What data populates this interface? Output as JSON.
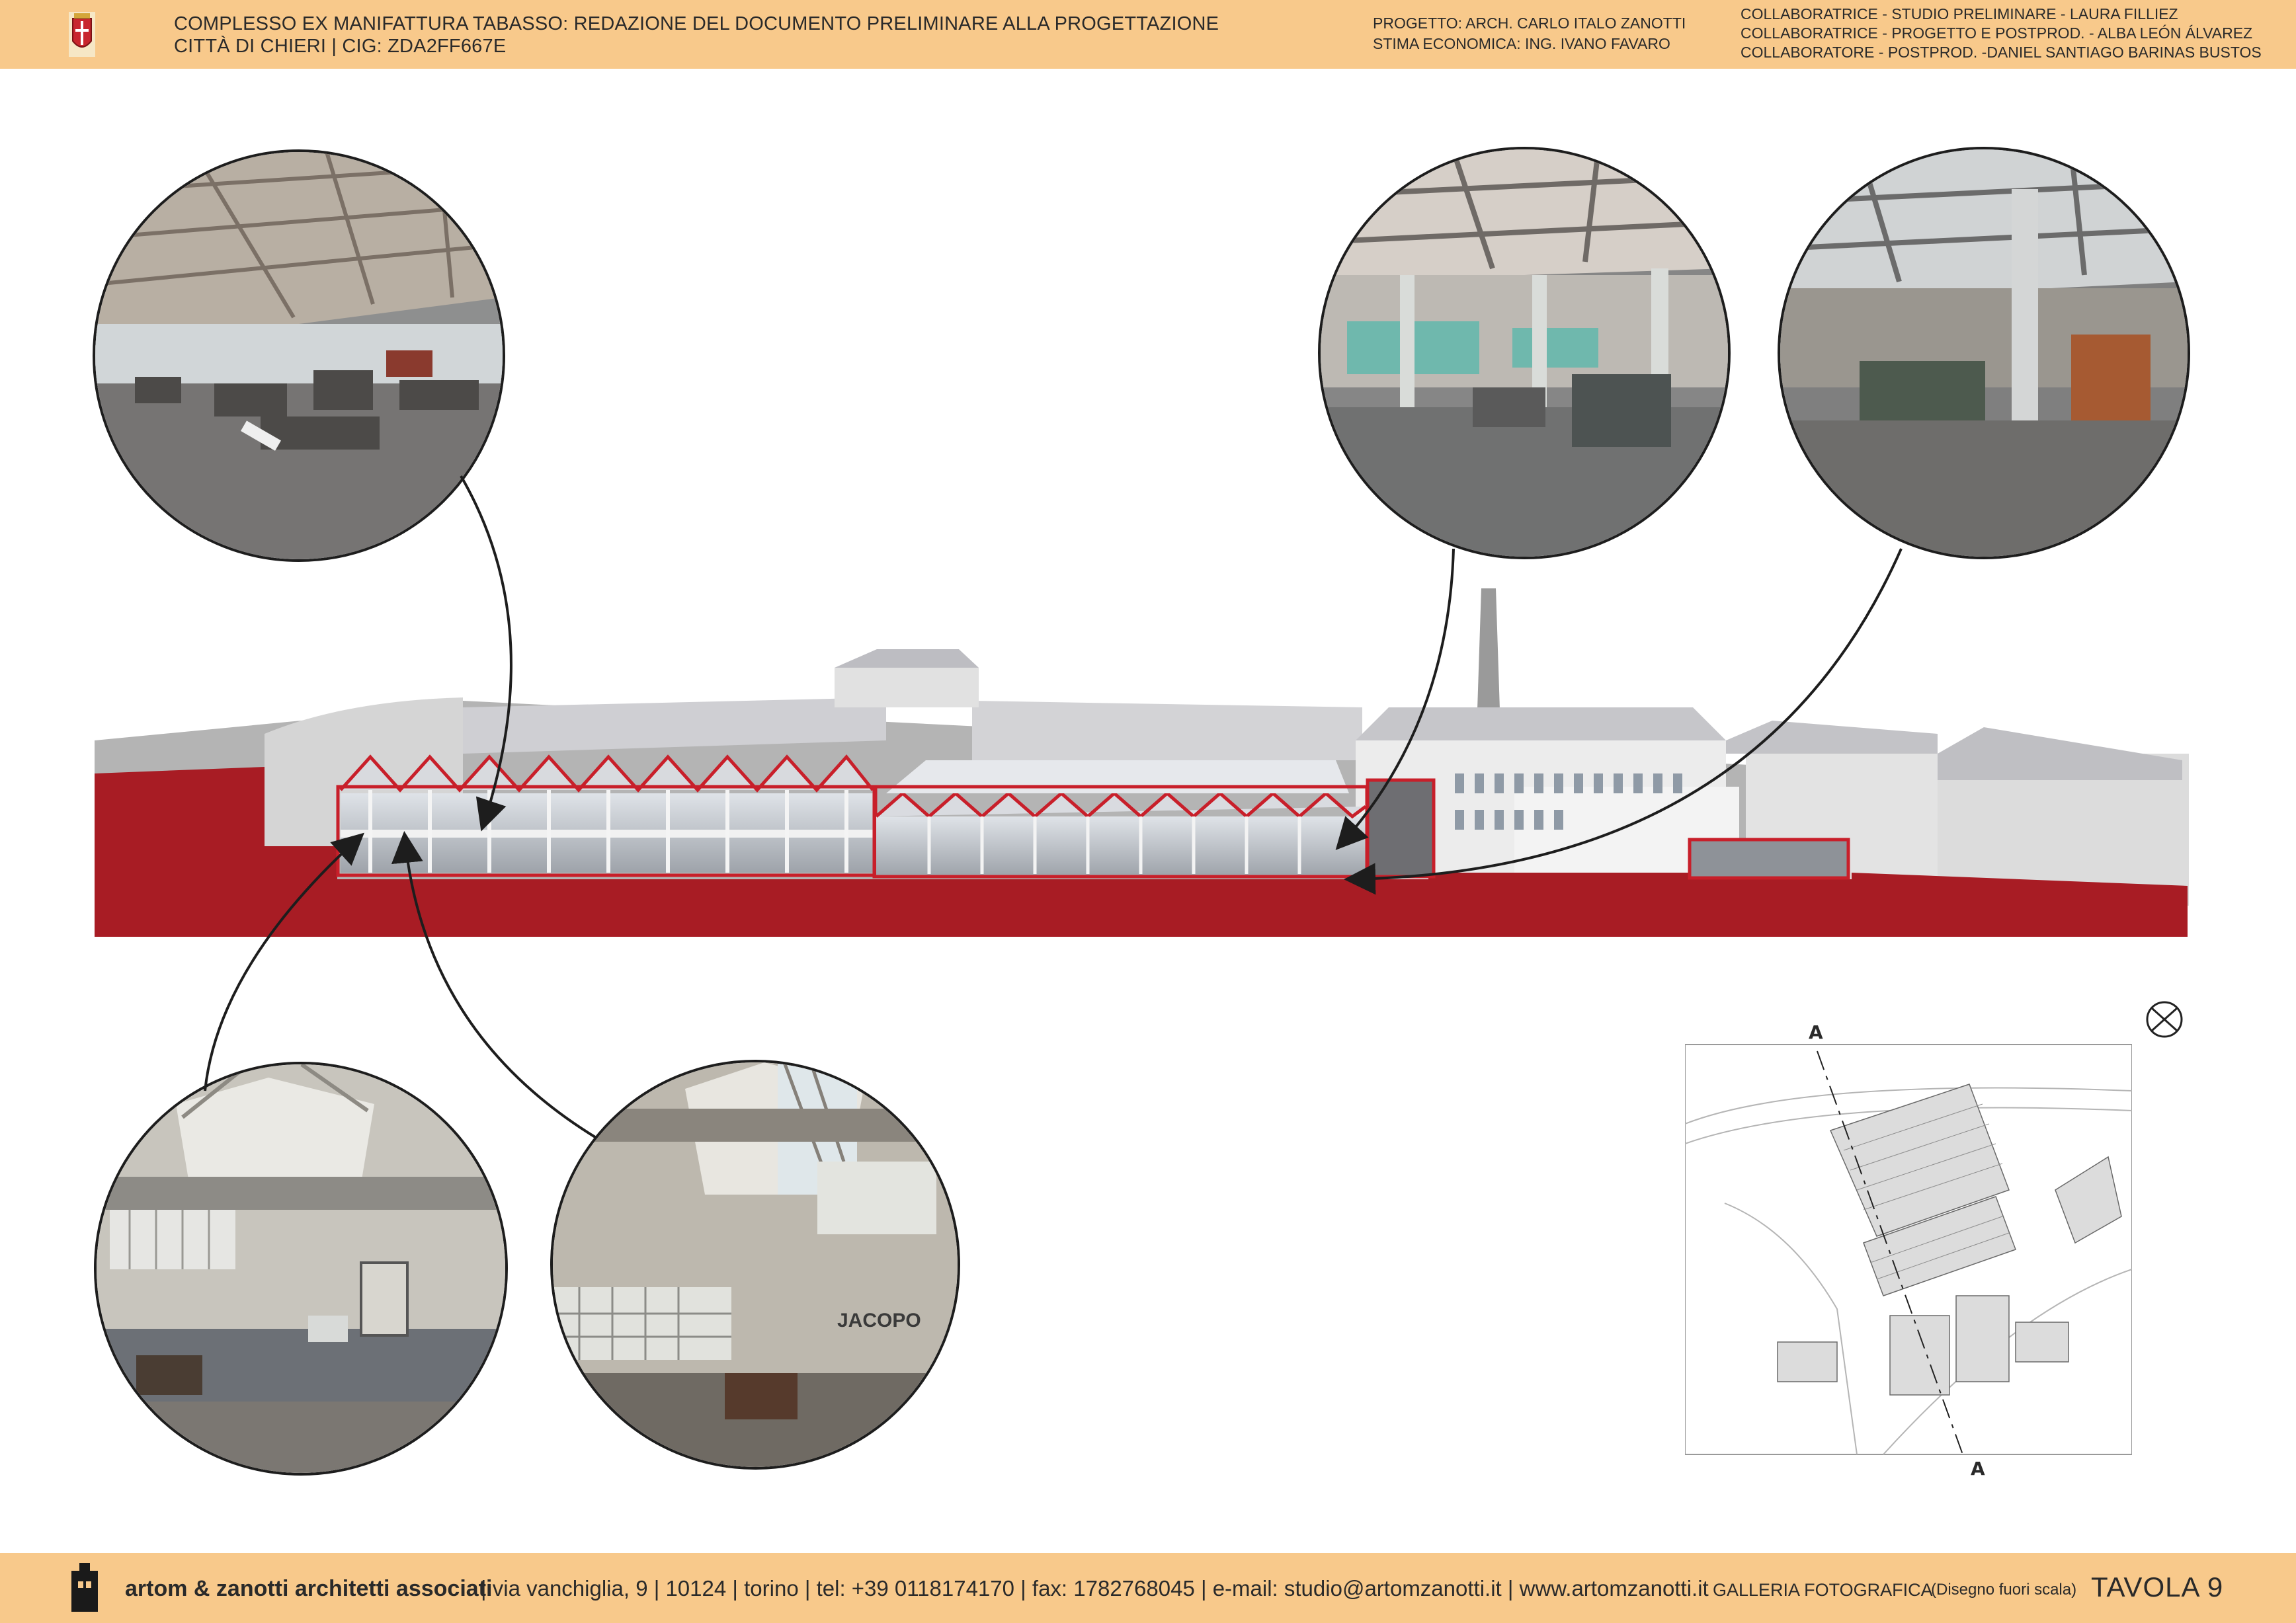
{
  "header": {
    "title_line1": "COMPLESSO EX MANIFATTURA TABASSO: REDAZIONE DEL DOCUMENTO PRELIMINARE ALLA PROGETTAZIONE",
    "title_line2": "CITTÀ DI CHIERI  |  CIG: ZDA2FF667E",
    "project": "PROGETTO: ARCH. CARLO ITALO ZANOTTI",
    "estimate": "STIMA ECONOMICA: ING. IVANO FAVARO",
    "collaborators": [
      "COLLABORATRICE - STUDIO PRELIMINARE - LAURA FILLIEZ",
      "COLLABORATRICE - PROGETTO E POSTPROD. - ALBA LEÓN ÁLVAREZ",
      "COLLABORATORE - POSTPROD. -DANIEL SANTIAGO BARINAS BUSTOS"
    ]
  },
  "footer": {
    "firm": "artom & zanotti architetti associati",
    "contacts": "| via vanchiglia, 9 | 10124 | torino | tel: +39 0118174170 | fax: 1782768045 | e-mail: studio@artomzanotti.it | www.artomzanotti.it",
    "section": "GALLERIA FOTOGRAFICA",
    "scale_note": "(Disegno fuori scala)",
    "sheet": "TAVOLA  9"
  },
  "photos": [
    {
      "id": "top-left",
      "graffiti": ""
    },
    {
      "id": "top-right-1",
      "graffiti": ""
    },
    {
      "id": "top-right-2",
      "graffiti": ""
    },
    {
      "id": "bottom-left",
      "graffiti": ""
    },
    {
      "id": "bottom-middle",
      "graffiti": "JACOPO"
    }
  ],
  "key_plan": {
    "section_marks": [
      "A",
      "A"
    ]
  },
  "colors": {
    "header_band": "#f8c98b",
    "section_cut": "#a81c24",
    "building": "#e9e9e9",
    "roof": "#c9c9cd"
  }
}
